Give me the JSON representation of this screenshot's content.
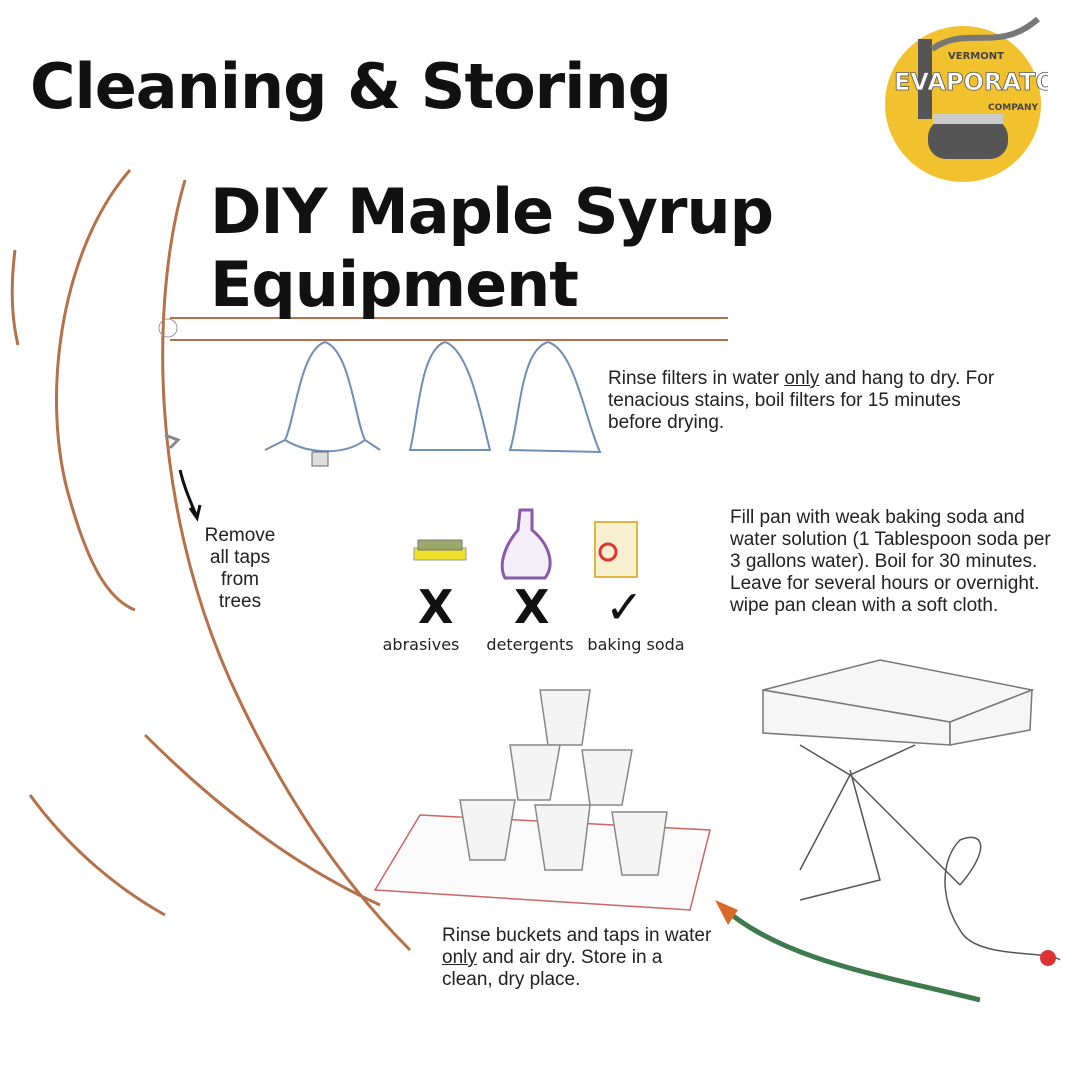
{
  "title": {
    "line1": "Cleaning & Storing",
    "line2": "DIY Maple Syrup Equipment"
  },
  "logo": {
    "line1": "VERMONT",
    "line2": "EVAPORATOR",
    "line3": "COMPANY",
    "color": "#f2c12e"
  },
  "notes": {
    "filters": {
      "part1": "Rinse filters in water ",
      "underlined": "only",
      "part2": " and hang to dry. For tenacious stains, boil filters for 15 minutes before drying."
    },
    "taps": "Remove all taps from trees",
    "pan": "Fill pan with weak baking soda and water solution (1 Tablespoon soda per 3 gallons water). Boil for 30 minutes. Leave for several hours or overnight. wipe pan clean with a soft cloth.",
    "buckets": {
      "part1": "Rinse buckets and taps in water ",
      "underlined": "only",
      "part2": " and air dry. Store in a clean, dry place."
    }
  },
  "cleaners": [
    {
      "label": "abrasives",
      "mark": "X",
      "icon": "sponge-icon"
    },
    {
      "label": "detergents",
      "mark": "X",
      "icon": "detergent-bottle-icon"
    },
    {
      "label": "baking soda",
      "mark": "✓",
      "icon": "baking-soda-box-icon"
    }
  ]
}
